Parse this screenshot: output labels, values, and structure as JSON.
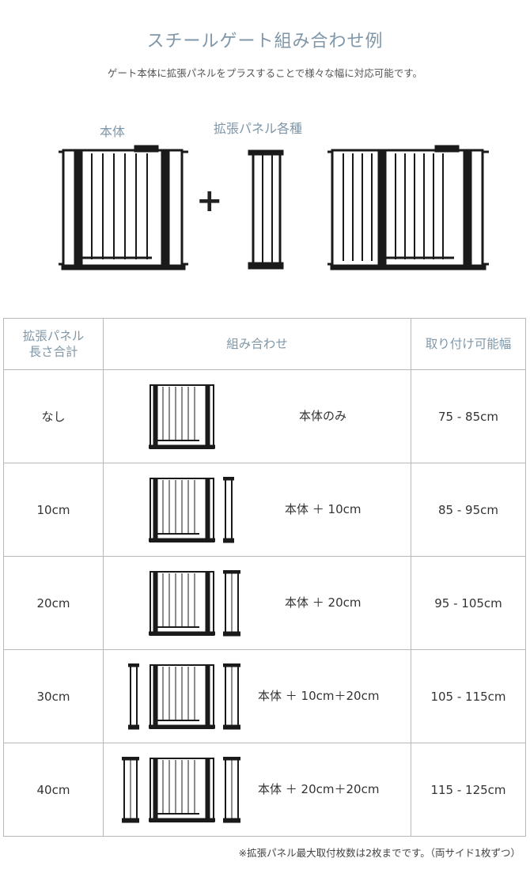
{
  "header": {
    "title": "スチールゲート組み合わせ例",
    "subtitle": "ゲート本体に拡張パネルをプラスすることで様々な幅に対応可能です。"
  },
  "illustration": {
    "main_label": "本体",
    "extension_label": "拡張パネル各種",
    "plus": "+"
  },
  "table": {
    "headers": {
      "length_line1": "拡張パネル",
      "length_line2": "長さ合計",
      "combination": "組み合わせ",
      "width": "取り付け可能幅"
    },
    "rows": [
      {
        "length": "なし",
        "combo": "本体のみ",
        "width": "75 - 85cm"
      },
      {
        "length": "10cm",
        "combo": "本体 ＋ 10cm",
        "width": "85 - 95cm"
      },
      {
        "length": "20cm",
        "combo": "本体 ＋ 20cm",
        "width": "95 - 105cm"
      },
      {
        "length": "30cm",
        "combo": "本体 ＋ 10cm＋20cm",
        "width": "105 - 115cm"
      },
      {
        "length": "40cm",
        "combo": "本体 ＋ 20cm＋20cm",
        "width": "115 - 125cm"
      }
    ]
  },
  "footnote": "※拡張パネル最大取付枚数は2枚までです。（両サイド1枚ずつ）",
  "colors": {
    "accent": "#7f97a8",
    "gate": "#1a1a1a",
    "border": "#b8b8b8"
  }
}
